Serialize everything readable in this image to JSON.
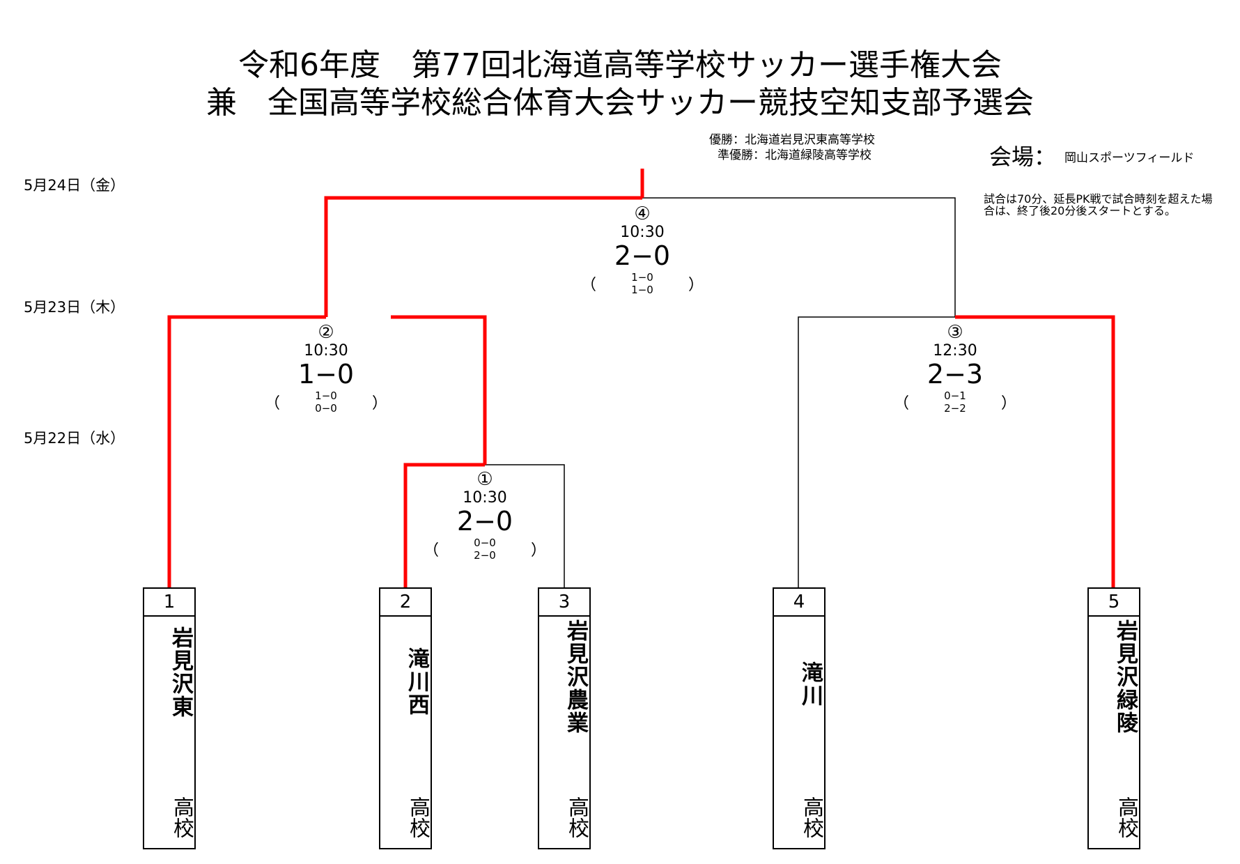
{
  "title": {
    "line1": "令和6年度　第77回北海道高等学校サッカー選手権大会",
    "line2": "兼　全国高等学校総合体育大会サッカー競技空知支部予選会"
  },
  "results": {
    "winner": "優勝：北海道岩見沢東高等学校",
    "runner_up": "準優勝：北海道緑陵高等学校"
  },
  "venue": {
    "label": "会場：",
    "name": "岡山スポーツフィールド"
  },
  "note": "試合は70分、延長PK戦で試合時刻を超えた場合は、終了後20分後スタートとする。",
  "dates": {
    "day3": "5月24日（金）",
    "day2": "5月23日（木）",
    "day1": "5月22日（水）"
  },
  "matches": [
    {
      "number": "①",
      "time": "10:30",
      "score": "2−0",
      "first_half": "0−0",
      "second_half": "2−0"
    },
    {
      "number": "②",
      "time": "10:30",
      "score": "1−0",
      "first_half": "1−0",
      "second_half": "0−0"
    },
    {
      "number": "③",
      "time": "12:30",
      "score": "2−3",
      "first_half": "0−1",
      "second_half": "2−2"
    },
    {
      "number": "④",
      "time": "10:30",
      "score": "2−0",
      "first_half": "1−0",
      "second_half": "1−0"
    }
  ],
  "paren_open": "（",
  "paren_close": "）",
  "teams": [
    {
      "number": "1",
      "name": "岩見沢東",
      "suffix": "高校"
    },
    {
      "number": "2",
      "name": "滝川西",
      "suffix": "高校"
    },
    {
      "number": "3",
      "name": "岩見沢農業",
      "suffix": "高校"
    },
    {
      "number": "4",
      "name": "滝川",
      "suffix": "高校"
    },
    {
      "number": "5",
      "name": "岩見沢緑陵",
      "suffix": "高校"
    }
  ],
  "colors": {
    "winner_path": "#ff0000",
    "line": "#000000"
  }
}
